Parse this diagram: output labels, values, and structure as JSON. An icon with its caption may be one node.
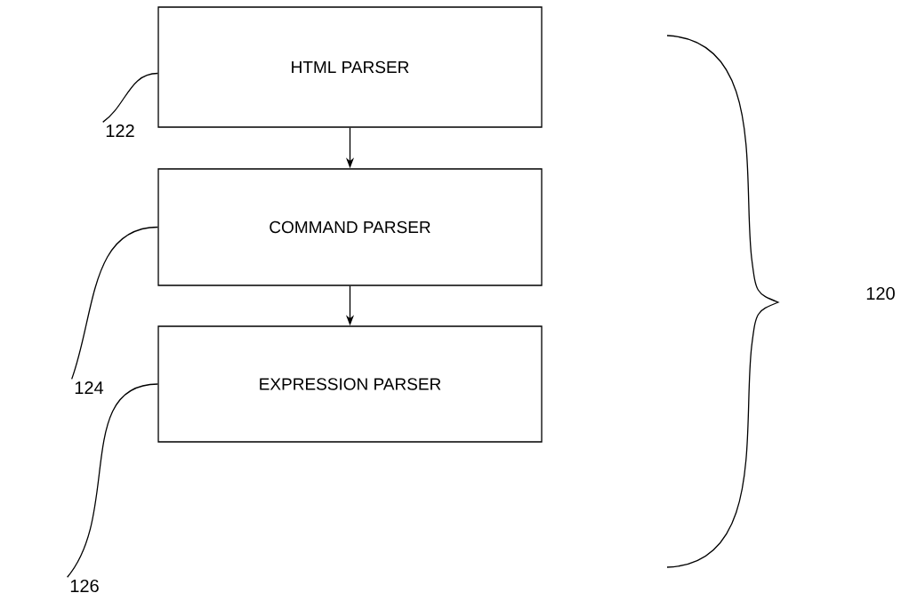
{
  "diagram": {
    "nodes": [
      {
        "text": [
          "HTML PARSER"
        ]
      },
      {
        "text": [
          "COMMAND PARSER"
        ]
      },
      {
        "text": [
          "EXPRESSION PARSER"
        ]
      },
      {
        "text": [
          "122"
        ]
      },
      {
        "text": [
          "124"
        ]
      },
      {
        "text": [
          "126"
        ]
      }
    ],
    "edges": [
      {
        "from": 0,
        "to": 1,
        "arrow": "to"
      },
      {
        "from": 1,
        "to": 2,
        "arrow": "to"
      },
      {
        "from": 3,
        "to": 0,
        "arrow": "none"
      },
      {
        "from": 4,
        "to": 1,
        "arrow": "none"
      },
      {
        "from": 5,
        "to": 2,
        "arrow": "none"
      }
    ],
    "labels": [
      "120"
    ]
  }
}
